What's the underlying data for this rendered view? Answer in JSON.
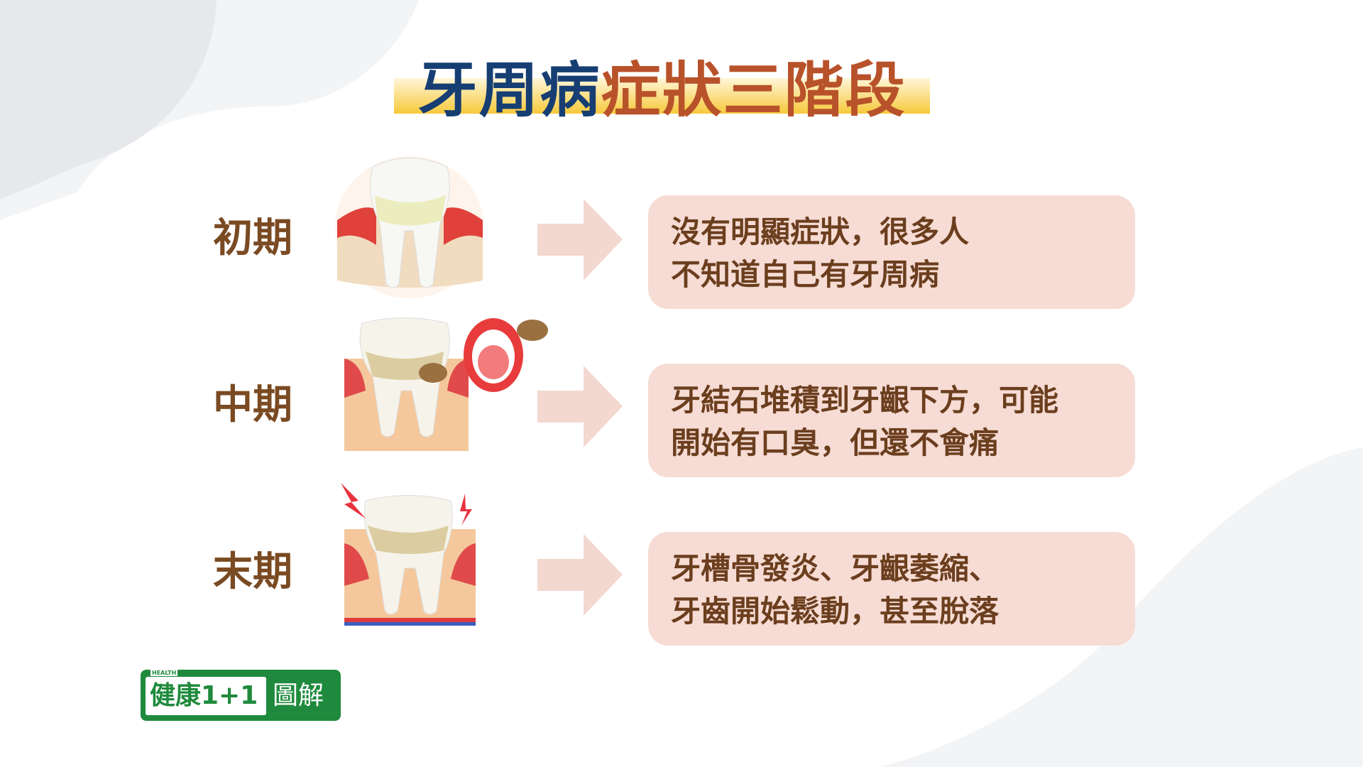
{
  "title": {
    "part1": "牙周病",
    "part2": "症狀三階段"
  },
  "colors": {
    "title_blue": "#163e73",
    "title_orange": "#b8522a",
    "label_brown": "#7a4a22",
    "box_bg": "#f6dcd4",
    "logo_green": "#1f8a3d"
  },
  "stages": [
    {
      "label": "初期",
      "icon": "early-gum-tooth-icon",
      "lines": [
        "沒有明顯症狀，很多人",
        "不知道自己有牙周病"
      ]
    },
    {
      "label": "中期",
      "icon": "tartar-tooth-bad-breath-icon",
      "lines": [
        "牙結石堆積到牙齦下方，可能",
        "開始有口臭，但還不會痛"
      ]
    },
    {
      "label": "末期",
      "icon": "painful-loose-tooth-icon",
      "lines": [
        "牙槽骨發炎、牙齦萎縮、",
        "牙齒開始鬆動，甚至脫落"
      ]
    }
  ],
  "logo": {
    "health": "HEALTH",
    "left": "健康1+1",
    "right": "圖解"
  }
}
